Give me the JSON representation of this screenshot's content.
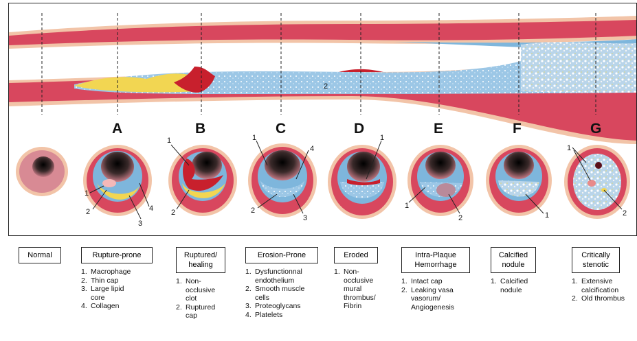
{
  "stages": [
    {
      "id": "normal",
      "letter": "",
      "label": "Normal",
      "items": []
    },
    {
      "id": "a",
      "letter": "A",
      "label": "Rupture-prone",
      "items": [
        "Macrophage",
        "Thin cap",
        "Large lipid\ncore",
        "Collagen"
      ],
      "callouts": [
        "1",
        "2",
        "3",
        "4"
      ]
    },
    {
      "id": "b",
      "letter": "B",
      "label": "Ruptured/\nhealing",
      "items": [
        "Non-\nocclusive\nclot",
        "Ruptured\ncap"
      ],
      "callouts": [
        "1",
        "2"
      ]
    },
    {
      "id": "c",
      "letter": "C",
      "label": "Erosion-Prone",
      "items": [
        "Dysfunctionnal\nendothelium",
        "Smooth muscle\ncells",
        "Proteoglycans",
        "Platelets"
      ],
      "callouts": [
        "1",
        "2",
        "3",
        "4"
      ]
    },
    {
      "id": "d",
      "letter": "D",
      "label": "Eroded",
      "items": [
        "Non-\nocclusive\nmural\nthrombus/\nFibrin"
      ],
      "callouts": [
        "1"
      ]
    },
    {
      "id": "e",
      "letter": "E",
      "label": "Intra-Plaque\nHemorrhage",
      "items": [
        "Intact cap",
        "Leaking vasa\nvasorum/\nAngiogenesis"
      ],
      "callouts": [
        "1",
        "2"
      ]
    },
    {
      "id": "f",
      "letter": "F",
      "label": "Calcified\nnodule",
      "items": [
        "Calcified\nnodule"
      ],
      "callouts": [
        "1"
      ]
    },
    {
      "id": "g",
      "letter": "G",
      "label": "Critically\nstenotic",
      "items": [
        "Extensive\ncalcification",
        "Old thrombus"
      ],
      "callouts": [
        "1",
        "2"
      ]
    }
  ],
  "vessel": {
    "lumen_label": "2"
  },
  "colors": {
    "wall": "#d8475e",
    "adventitia": "#f2c4a8",
    "lipid": "#f2d652",
    "intima": "#7eb6dc",
    "lumen": "#1a1a1a",
    "thrombus": "#c8202d"
  }
}
